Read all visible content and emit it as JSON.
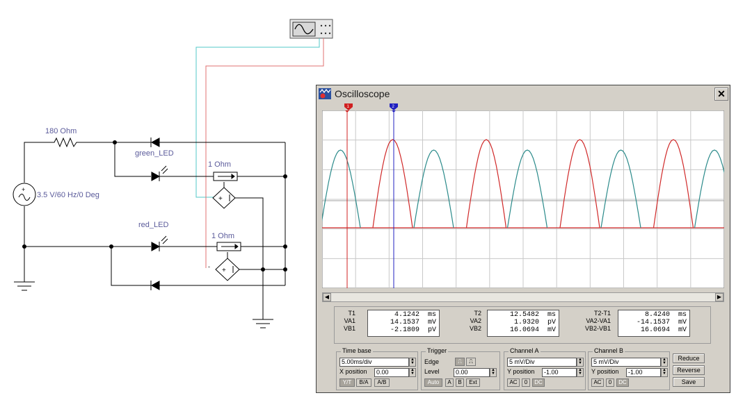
{
  "schematic": {
    "resistor_label": "180  Ohm",
    "source_label": "3.5 V/60 Hz/0 Deg",
    "green_led_label": "green_LED",
    "red_led_label": "red_LED",
    "sense1_label": "1  Ohm",
    "sense2_label": "1  Ohm",
    "colors": {
      "wire": "#000000",
      "probe_a": "#53c8c8",
      "probe_b": "#e07070",
      "label": "#5a5a9a"
    }
  },
  "oscilloscope": {
    "title": "Oscilloscope",
    "cursor1_label": "1",
    "cursor2_label": "2",
    "readouts": {
      "T1_label": "T1",
      "VA1_label": "VA1",
      "VB1_label": "VB1",
      "T1": "4.1242  ms",
      "VA1": "14.1537  mV",
      "VB1": "-2.1809  pV",
      "T2_label": "T2",
      "VA2_label": "VA2",
      "VB2_label": "VB2",
      "T2": "12.5482  ms",
      "VA2": "1.9320  pV",
      "VB2": "16.0694  mV",
      "D_label": "T2-T1",
      "DVA_label": "VA2-VA1",
      "DVB_label": "VB2-VB1",
      "DT": "8.4240  ms",
      "DVA": "-14.1537  mV",
      "DVB": "16.0694  mV"
    },
    "timebase": {
      "title": "Time base",
      "value": "5.00ms/div",
      "xpos_label": "X position",
      "xpos": "0.00",
      "modes": [
        "Y/T",
        "B/A",
        "A/B"
      ]
    },
    "trigger": {
      "title": "Trigger",
      "edge_label": "Edge",
      "level_label": "Level",
      "level": "0.00",
      "modes": [
        "Auto",
        "A",
        "B",
        "Ext"
      ]
    },
    "channel_a": {
      "title": "Channel A",
      "value": "5 mV/Div",
      "ypos_label": "Y position",
      "ypos": "-1.00",
      "coupling": [
        "AC",
        "0",
        "DC"
      ]
    },
    "channel_b": {
      "title": "Channel B",
      "value": "5 mV/Div",
      "ypos_label": "Y position",
      "ypos": "-1.00",
      "coupling": [
        "AC",
        "0",
        "DC"
      ]
    },
    "buttons": {
      "reduce": "Reduce",
      "reverse": "Reverse",
      "save": "Save"
    },
    "colors": {
      "channel_a": "#2a8a8a",
      "channel_b": "#d02828",
      "cursor1": "#d02020",
      "cursor2": "#2020c0",
      "grid": "#c0c0c0"
    }
  }
}
